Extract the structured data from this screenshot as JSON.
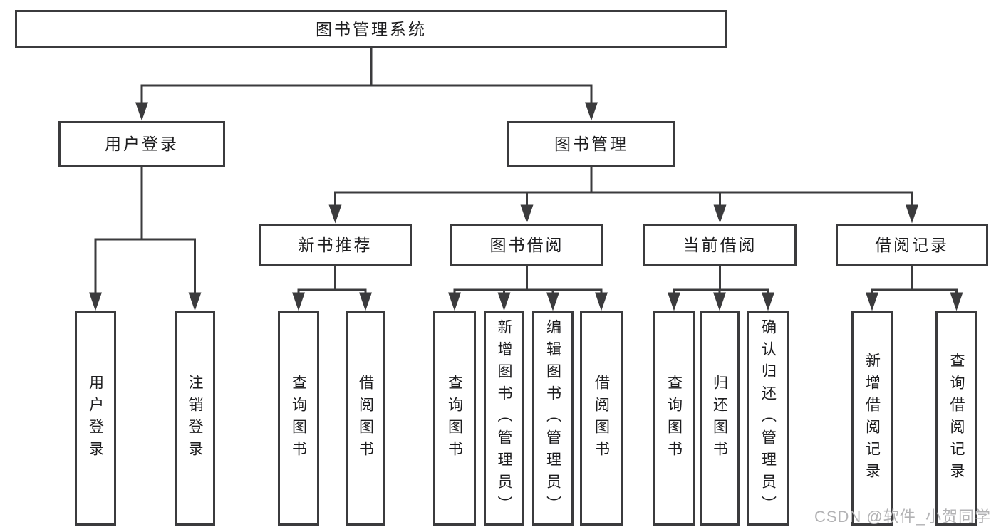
{
  "diagram": {
    "title": "图书管理系统",
    "watermark": "CSDN @软件_小贺同学",
    "colors": {
      "line": "#3b3b3d",
      "text": "#1d1d1f",
      "box_fill": "#ffffff",
      "watermark": "#b2b2b4",
      "background": "#ffffff"
    },
    "nodes": [
      {
        "id": "root",
        "label": "图书管理系统",
        "parent": null
      },
      {
        "id": "user-login",
        "label": "用户登录",
        "parent": "root"
      },
      {
        "id": "book-mgmt",
        "label": "图书管理",
        "parent": "root"
      },
      {
        "id": "new-books",
        "label": "新书推荐",
        "parent": "book-mgmt"
      },
      {
        "id": "book-borrow",
        "label": "图书借阅",
        "parent": "book-mgmt"
      },
      {
        "id": "current-borrow",
        "label": "当前借阅",
        "parent": "book-mgmt"
      },
      {
        "id": "borrow-records",
        "label": "借阅记录",
        "parent": "book-mgmt"
      },
      {
        "id": "login-action",
        "label": "用户登录",
        "parent": "user-login"
      },
      {
        "id": "logout-action",
        "label": "注销登录",
        "parent": "user-login"
      },
      {
        "id": "nb-query-books",
        "label": "查询图书",
        "parent": "new-books"
      },
      {
        "id": "nb-borrow-books",
        "label": "借阅图书",
        "parent": "new-books"
      },
      {
        "id": "bb-query-books",
        "label": "查询图书",
        "parent": "book-borrow"
      },
      {
        "id": "bb-add-books",
        "label": "新增图书（管理员）",
        "parent": "book-borrow"
      },
      {
        "id": "bb-edit-books",
        "label": "编辑图书（管理员）",
        "parent": "book-borrow"
      },
      {
        "id": "bb-borrow-books",
        "label": "借阅图书",
        "parent": "book-borrow"
      },
      {
        "id": "cb-query-books",
        "label": "查询图书",
        "parent": "current-borrow"
      },
      {
        "id": "cb-return-books",
        "label": "归还图书",
        "parent": "current-borrow"
      },
      {
        "id": "cb-confirm-return",
        "label": "确认归还（管理员）",
        "parent": "current-borrow"
      },
      {
        "id": "br-add-record",
        "label": "新增借阅记录",
        "parent": "borrow-records"
      },
      {
        "id": "br-query-record",
        "label": "查询借阅记录",
        "parent": "borrow-records"
      }
    ]
  }
}
